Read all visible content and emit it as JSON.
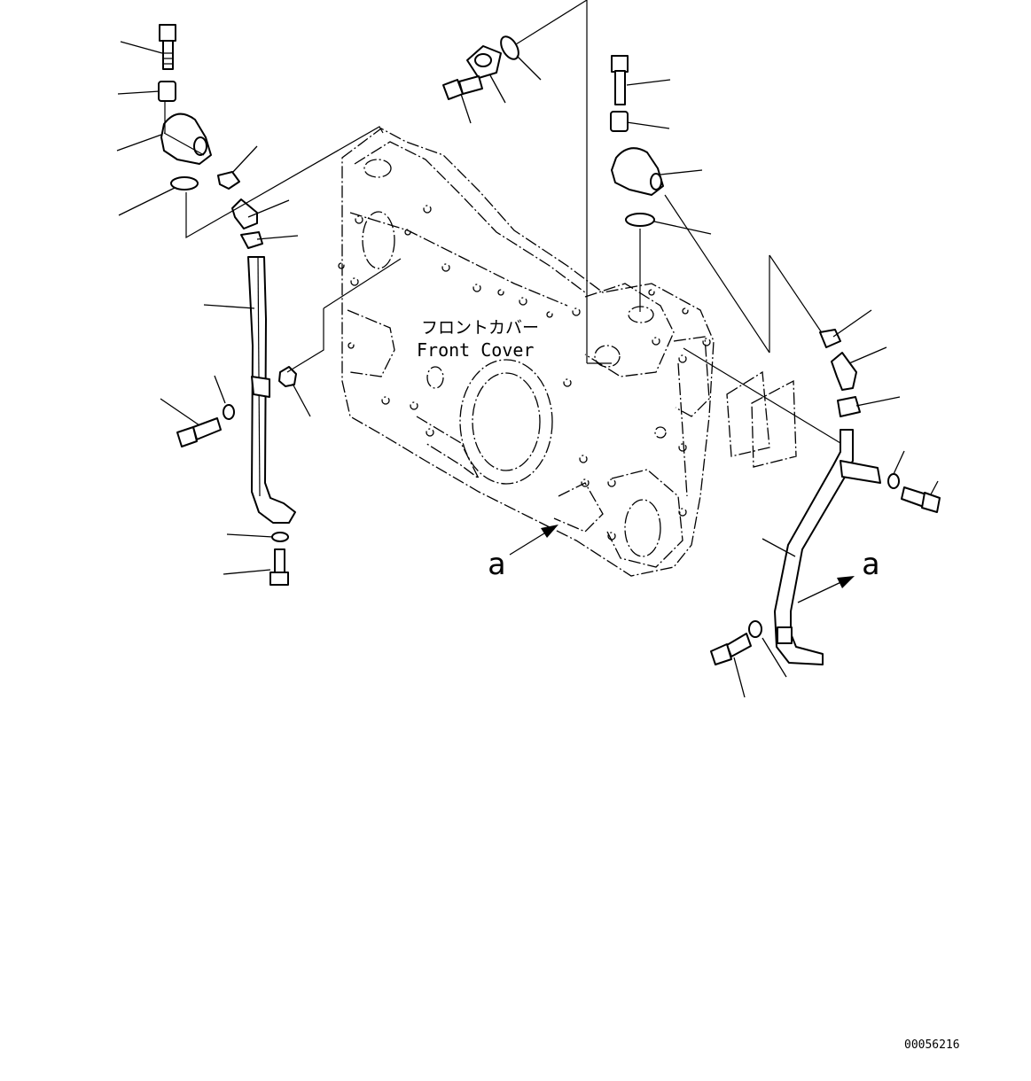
{
  "diagram": {
    "cover_label_jp": "フロントカバー",
    "cover_label_en": "Front Cover",
    "view_marker_left": "a",
    "view_marker_right": "a",
    "figure_number": "00056216"
  }
}
